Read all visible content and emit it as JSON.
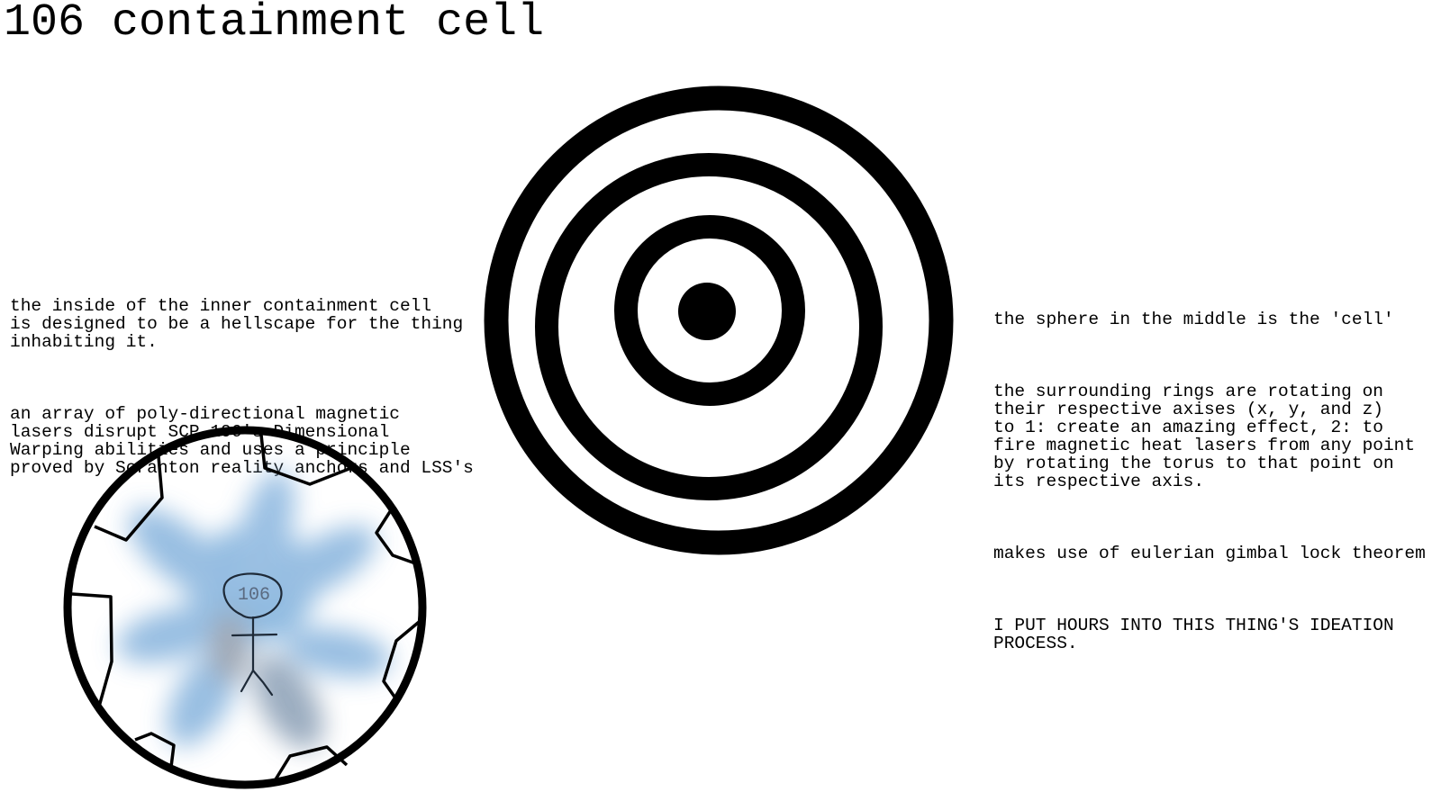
{
  "title": "106 containment cell",
  "left_note": {
    "paragraph_1": "the inside of the inner containment cell\nis designed to be a hellscape for the thing\ninhabiting it.",
    "paragraph_2": "an array of poly-directional magnetic\nlasers disrupt SCP-106's Dimensional\nWarping abilities and uses a principle\nproved by Scranton reality anchors and LSS's"
  },
  "right_note": {
    "paragraph_1": "the sphere in the middle is the 'cell'",
    "paragraph_2": "the surrounding rings are rotating on\ntheir respective axises (x, y, and z)\nto 1: create an amazing effect, 2: to\nfire magnetic heat lasers from any point\nby rotating the torus to that point on\nits respective axis.",
    "paragraph_3": "makes use of eulerian gimbal lock theorem",
    "paragraph_4": "I PUT HOURS INTO THIS THING'S IDEATION\nPROCESS."
  },
  "sketch": {
    "head_label": "106"
  },
  "colors": {
    "ink": "#000000",
    "laser_glow": "#7fb0dc",
    "background": "#ffffff"
  }
}
